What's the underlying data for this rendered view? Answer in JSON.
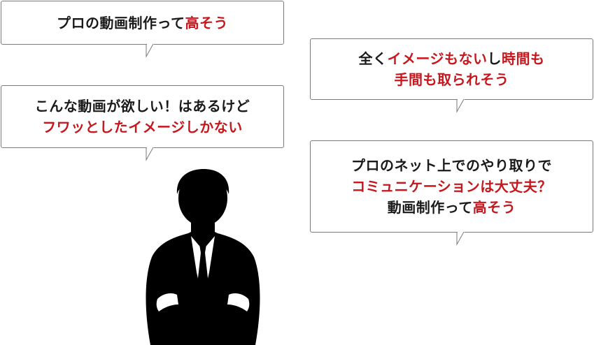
{
  "bubbles": {
    "b1": {
      "line1": {
        "t1": "プロの動画制作って",
        "t2": "高そう"
      }
    },
    "b2": {
      "line1": {
        "t1": "こんな動画が欲しい！はあるけど"
      },
      "line2": {
        "t1": "フワッとしたイメージしかない"
      }
    },
    "b3": {
      "line1": {
        "t1": "全く",
        "t2": "イメージもない",
        "t3": "し",
        "t4": "時間も"
      },
      "line2": {
        "t1": "手間も取られそう"
      }
    },
    "b4": {
      "line1": {
        "t1": "プロのネット上でのやり取りで"
      },
      "line2": {
        "t1": "コミュニケーションは大丈夫？"
      },
      "line3": {
        "t1": "動画制作って",
        "t2": "高そう"
      }
    }
  },
  "colors": {
    "text": "#1a1a1a",
    "highlight": "#c8161d",
    "bubble_border": "#7a7a7a",
    "silhouette": "#000000"
  },
  "icons": {
    "person": "businessman-silhouette-arms-crossed"
  }
}
